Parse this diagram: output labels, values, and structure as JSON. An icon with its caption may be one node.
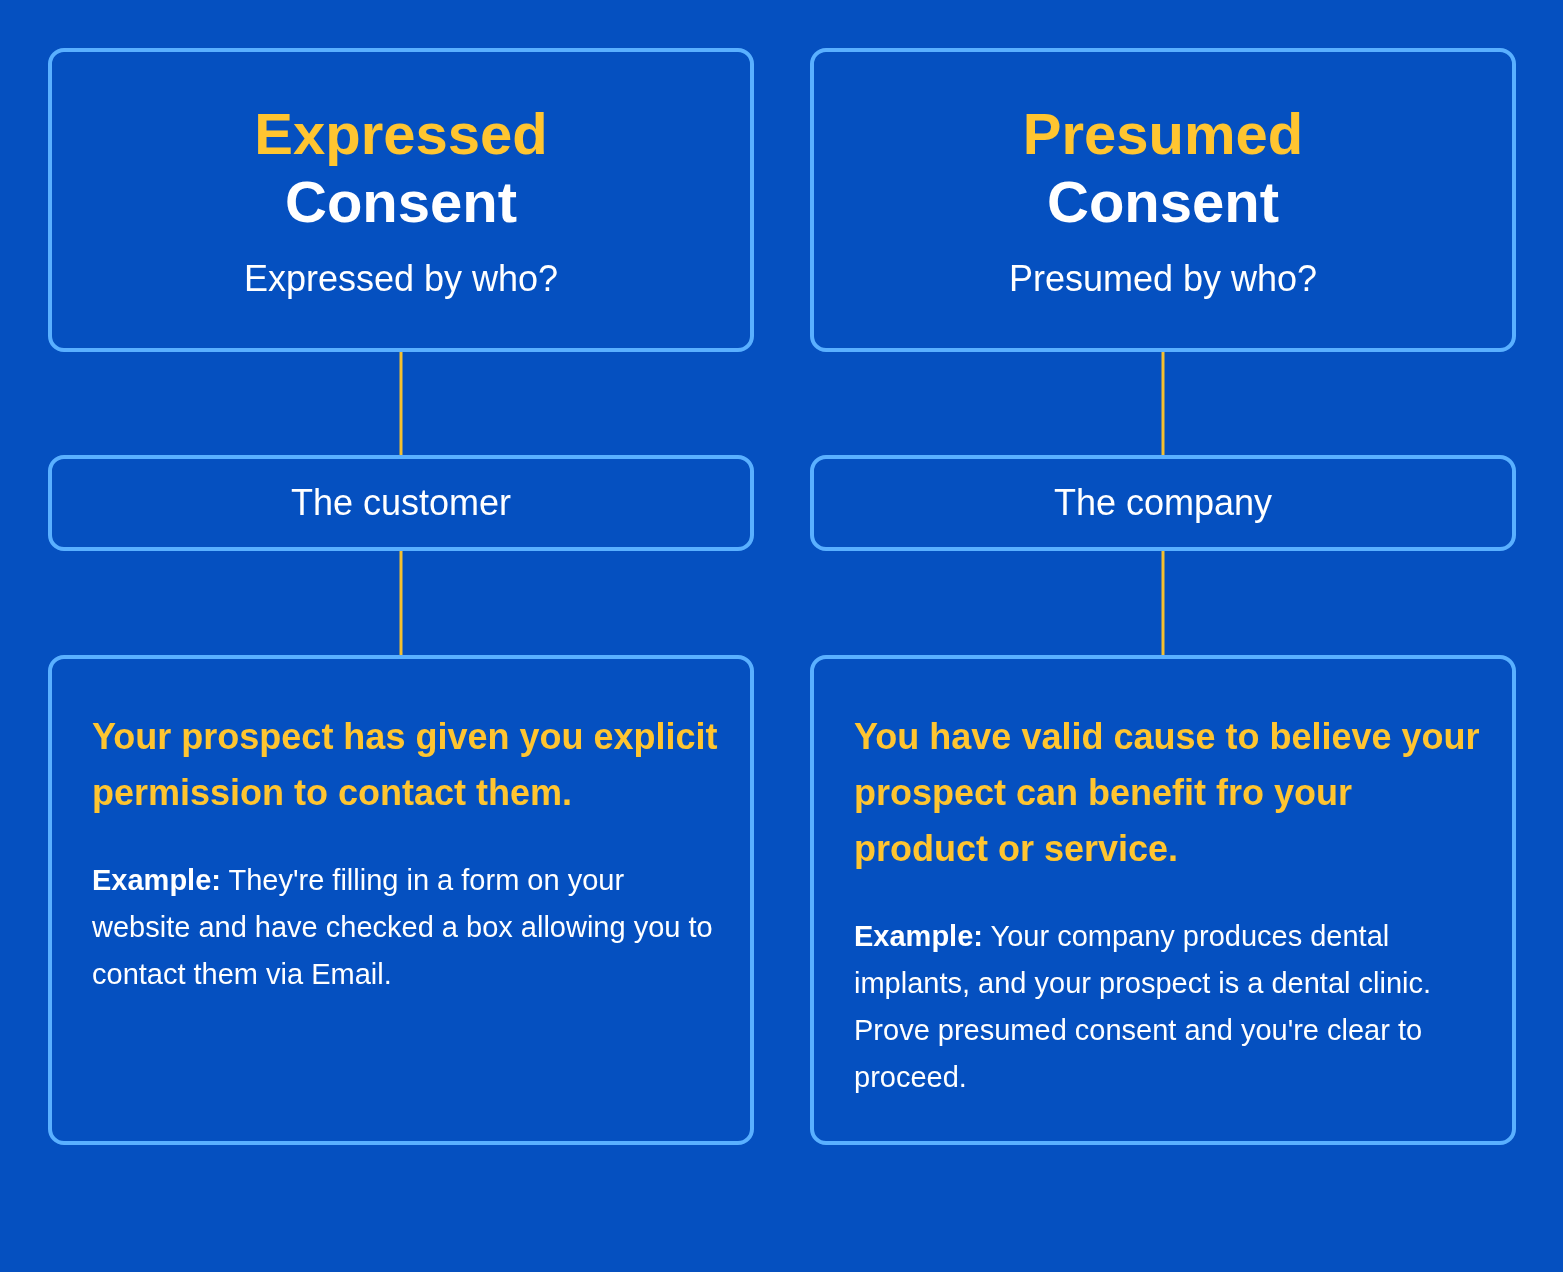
{
  "diagram": {
    "nodes": [
      {
        "text": [
          "Expressed",
          "Consent",
          "Expressed by who?"
        ]
      },
      {
        "text": [
          "The customer"
        ]
      },
      {
        "text": [
          "Your prospect has given you explicit permission to contact them.",
          "**Example:** They're filling in a form on your website and have checked a box allowing you to contact them via Email."
        ]
      },
      {
        "text": [
          "Presumed",
          "Consent",
          "Presumed by who?"
        ]
      },
      {
        "text": [
          "The company"
        ]
      },
      {
        "text": [
          "You have valid cause to believe your prospect can benefit fro your product or service.",
          "**Example:** Your company produces dental implants, and your prospect is a dental clinic. Prove presumed consent and you're clear to proceed."
        ]
      }
    ],
    "edges": [
      {
        "from": 0,
        "to": 1,
        "arrow": "none"
      },
      {
        "from": 1,
        "to": 2,
        "arrow": "none"
      },
      {
        "from": 3,
        "to": 4,
        "arrow": "none"
      },
      {
        "from": 4,
        "to": 5,
        "arrow": "none"
      }
    ]
  }
}
